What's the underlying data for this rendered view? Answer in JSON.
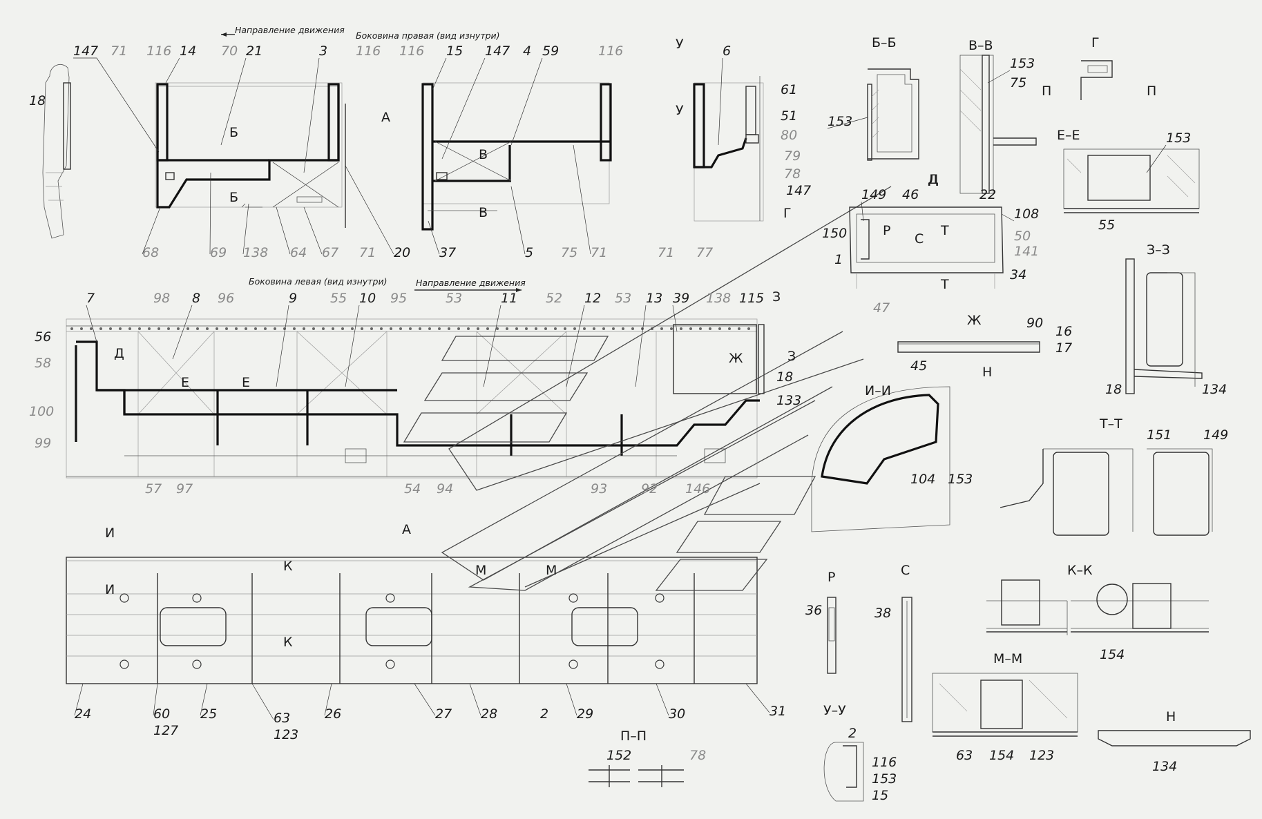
{
  "captions": {
    "direction_top": "Направление движения",
    "right_side": "Боковина правая (вид изнутри)",
    "left_side": "Боковина левая  (вид изнутри)",
    "direction_mid": "Направление движения"
  },
  "section_titles": {
    "bb": "Б–Б",
    "vv": "В–В",
    "g": "Г",
    "ee": "Е–Е",
    "d": "Д",
    "zh": "Ж",
    "zz": "З–З",
    "ii": "И–И",
    "tt": "Т–Т",
    "a": "А",
    "r": "Р",
    "s": "С",
    "kk": "К–К",
    "mm": "М–М",
    "n": "Н",
    "uu": "У–У",
    "pp": "П–П"
  },
  "section_marks": {
    "b": "Б",
    "v": "В",
    "u": "У",
    "a": "А",
    "p": "П",
    "d": "Д",
    "e": "Е",
    "zh": "Ж",
    "z": "З",
    "i": "И",
    "k": "К",
    "m": "М",
    "r": "Р",
    "s": "С",
    "t": "Т",
    "n": "Н",
    "g": "Г"
  },
  "labels": {
    "top": [
      "147",
      "71",
      "116",
      "14",
      "70",
      "21",
      "3",
      "116",
      "116",
      "15",
      "147",
      "4",
      "59",
      "116",
      "6",
      "61",
      "51",
      "80",
      "79",
      "78",
      "147",
      "18"
    ],
    "top_bottom": [
      "68",
      "69",
      "138",
      "64",
      "67",
      "71",
      "20",
      "37",
      "5",
      "75",
      "71",
      "71",
      "77"
    ],
    "mid_top": [
      "7",
      "98",
      "8",
      "96",
      "9",
      "55",
      "10",
      "95",
      "53",
      "11",
      "52",
      "12",
      "53",
      "13",
      "39",
      "138",
      "115"
    ],
    "mid_left": [
      "56",
      "58",
      "100",
      "99"
    ],
    "mid_right": [
      "18",
      "133"
    ],
    "mid_bottom": [
      "57",
      "97",
      "54",
      "94",
      "93",
      "92",
      "146"
    ],
    "bottom": [
      "24",
      "60",
      "127",
      "25",
      "63",
      "123",
      "26",
      "27",
      "28",
      "2",
      "29",
      "30",
      "31"
    ],
    "right_details": [
      "153",
      "153",
      "75",
      "153",
      "55",
      "149",
      "46",
      "22",
      "108",
      "150",
      "50",
      "141",
      "1",
      "34",
      "47",
      "90",
      "16",
      "17",
      "45",
      "18",
      "134",
      "104",
      "153",
      "151",
      "149",
      "36",
      "38",
      "154",
      "63",
      "154",
      "123",
      "134",
      "2",
      "116",
      "153",
      "15",
      "152",
      "78"
    ]
  }
}
